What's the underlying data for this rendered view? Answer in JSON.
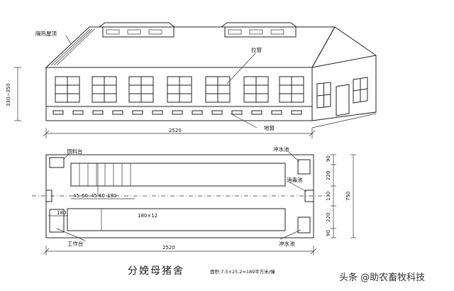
{
  "labels": {
    "roof": "隔热屋顶",
    "pull_window": "拉窗",
    "ground_window": "地窗",
    "height": "330~350",
    "length_top": "2520",
    "feed_platform": "饲料台",
    "wash_pool_top": "冲水池",
    "disinfect_pool": "消毒池",
    "work_platform": "工作台",
    "wash_pool_bottom": "冲水池",
    "length_bottom": "2520",
    "pen_size": "180×12",
    "d45a": "45",
    "d60a": "60",
    "d45b": "45",
    "d60b": "60",
    "d180a": "180",
    "d180b": "180",
    "r90a": "90",
    "r220a": "220",
    "r130": "130",
    "r220b": "220",
    "r90b": "90",
    "total_width": "750"
  },
  "caption": {
    "title": "分娩母猪舍",
    "area": "面积:7.5×25.2=189平方米/幢"
  },
  "watermark": "头条 @助农畜牧科技"
}
